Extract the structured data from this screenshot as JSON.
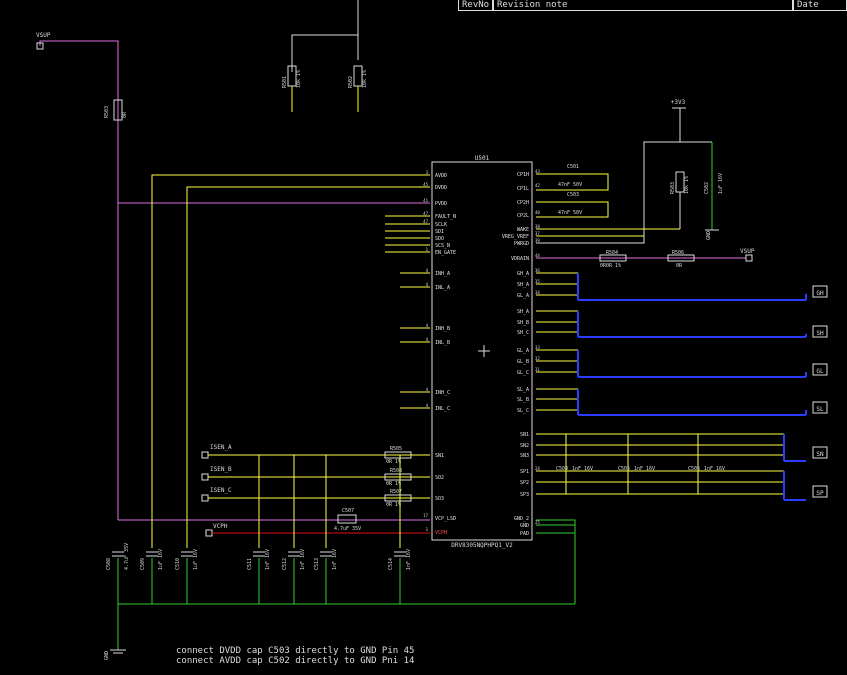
{
  "header": {
    "revno": "RevNo",
    "revnote": "Revision note",
    "date": "Date"
  },
  "ic": {
    "ref": "U501",
    "part": "DRV8305NQPHPQ1_V2",
    "left_pins": [
      {
        "num": "3",
        "name": "AVDD"
      },
      {
        "num": "45",
        "name": "DVDD"
      },
      {
        "num": "41",
        "name": "PVDD"
      },
      {
        "num": "47",
        "name": "FAULT_N"
      },
      {
        "num": "47",
        "name": "SCLK"
      },
      {
        "num": "",
        "name": "SDI"
      },
      {
        "num": "",
        "name": "SDO"
      },
      {
        "num": "",
        "name": "SCS_N"
      },
      {
        "num": "1",
        "name": "EN_GATE"
      },
      {
        "num": "4",
        "name": "INH_A"
      },
      {
        "num": "4",
        "name": "INL_A"
      },
      {
        "num": "4",
        "name": "INH_B"
      },
      {
        "num": "4",
        "name": "INL_B"
      },
      {
        "num": "4",
        "name": "INH_C"
      },
      {
        "num": "4",
        "name": "INL_C"
      },
      {
        "num": "",
        "name": "SN1"
      },
      {
        "num": "",
        "name": "SO2"
      },
      {
        "num": "",
        "name": "SO3"
      },
      {
        "num": "17",
        "name": "VCP_LSD"
      },
      {
        "num": "1",
        "name": "VCPH"
      }
    ],
    "right_pins": [
      {
        "num": "43",
        "name": "CP1H"
      },
      {
        "num": "42",
        "name": "CP1L"
      },
      {
        "num": "",
        "name": "CP2H"
      },
      {
        "num": "40",
        "name": "CP2L"
      },
      {
        "num": "38",
        "name": "WAKE"
      },
      {
        "num": "37",
        "name": "VREG_VREF"
      },
      {
        "num": "39",
        "name": "PWRGD"
      },
      {
        "num": "44",
        "name": "VDRAIN"
      },
      {
        "num": "36",
        "name": "GH_A"
      },
      {
        "num": "35",
        "name": "SH_A"
      },
      {
        "num": "34",
        "name": "GL_A"
      },
      {
        "num": "",
        "name": "SH_A"
      },
      {
        "num": "",
        "name": "SH_B"
      },
      {
        "num": "",
        "name": "SH_C"
      },
      {
        "num": "33",
        "name": "GL_A"
      },
      {
        "num": "32",
        "name": "GL_B"
      },
      {
        "num": "31",
        "name": "GL_C"
      },
      {
        "num": "",
        "name": "SL_A"
      },
      {
        "num": "",
        "name": "SL_B"
      },
      {
        "num": "",
        "name": "SL_C"
      },
      {
        "num": "",
        "name": "SN1"
      },
      {
        "num": "",
        "name": "SN2"
      },
      {
        "num": "",
        "name": "SN3"
      },
      {
        "num": "24",
        "name": "SP1"
      },
      {
        "num": "",
        "name": "SP2"
      },
      {
        "num": "",
        "name": "SP3"
      },
      {
        "num": "",
        "name": "GND_2"
      },
      {
        "num": "25",
        "name": "GND"
      },
      {
        "num": "",
        "name": "PAD"
      }
    ]
  },
  "power": {
    "vsup_left": "VSUP",
    "vsup_right": "VSUP",
    "v3v3": "+3V3",
    "gnd_bottom": "GND",
    "gnd_right": "GND"
  },
  "nets": {
    "isen_a": "ISEN_A",
    "isen_b": "ISEN_B",
    "isen_c": "ISEN_C",
    "vcph": "VCPH"
  },
  "ports": [
    "GH",
    "SH",
    "GL",
    "SL",
    "SN",
    "SP"
  ],
  "components": {
    "R501": {
      "ref": "R501",
      "val": "10k 1%"
    },
    "R502": {
      "ref": "R502",
      "val": "10k 1%"
    },
    "R503": {
      "ref": "R503",
      "val": "0R"
    },
    "R503b": {
      "ref": "R503",
      "val": "10k 1%"
    },
    "R504": {
      "ref": "R504",
      "val": "0R0R 1%"
    },
    "R506": {
      "ref": "R506",
      "val": "0R"
    },
    "R505": {
      "ref": "R505",
      "val": "0R 1%"
    },
    "R508": {
      "ref": "R508",
      "val": "0R 1%"
    },
    "R507": {
      "ref": "R507",
      "val": "0R 1%"
    },
    "C501": {
      "ref": "C501",
      "val": "47nF 50V"
    },
    "C503": {
      "ref": "C503",
      "val": "47nF 50V"
    },
    "C502": {
      "ref": "C502",
      "val": "1uF 16V"
    },
    "C507": {
      "ref": "C507",
      "val": "4.7uF 35V"
    },
    "C504": {
      "ref": "C504",
      "val": "1nF 16V"
    },
    "C505": {
      "ref": "C505",
      "val": "1nF 16V"
    },
    "C506": {
      "ref": "C506",
      "val": "1nF 16V"
    },
    "C508": {
      "ref": "C508",
      "val": "4.7uF 35V"
    },
    "C509": {
      "ref": "C509",
      "val": "1uF 16V"
    },
    "C510": {
      "ref": "C510",
      "val": "1uF 16V"
    },
    "C511": {
      "ref": "C511",
      "val": "1nF 16V"
    },
    "C512": {
      "ref": "C512",
      "val": "1nF 16V"
    },
    "C513": {
      "ref": "C513",
      "val": "1nF 16V"
    },
    "C514": {
      "ref": "C514",
      "val": "1nF 16V"
    }
  },
  "notes": [
    "connect DVDD cap C503 directly to GND Pin 45",
    "connect AVDD cap C502 directly to GND Pni 14"
  ],
  "colors": {
    "power": "#e070e0",
    "wire": "#ffff40",
    "ground": "#30d030",
    "bus": "#2a3cff",
    "vcph": "#e01010",
    "text": "#dddddd"
  }
}
